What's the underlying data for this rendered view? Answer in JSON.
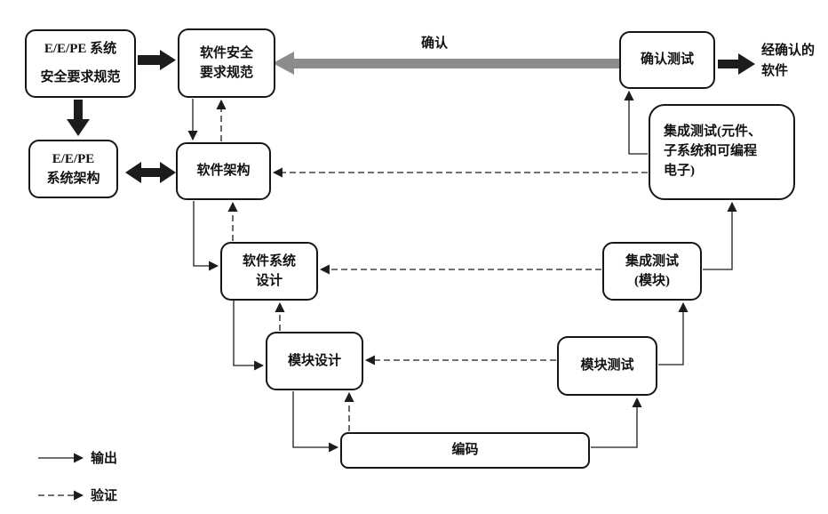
{
  "colors": {
    "background": "#ffffff",
    "line": "#1c1c1c",
    "box_border": "#161616",
    "validation_arrow_gray": "#8c8c8c"
  },
  "nodes": {
    "eepe_system_srs": "E/E/PE 系统\n安全要求规范",
    "software_srs": "软件安全\n要求规范",
    "eepe_architecture": "E/E/PE\n系统架构",
    "software_architecture": "软件架构",
    "software_system_design": "软件系统\n设计",
    "module_design": "模块设计",
    "coding": "编码",
    "module_testing": "模块测试",
    "integration_testing_module": "集成测试\n(模块)",
    "integration_testing_pe": "集成测试(元件、\n子系统和可编程\n电子)",
    "validation_testing": "确认测试",
    "validated_software": "经确认的\n软件"
  },
  "labels": {
    "validation_arrow": "确认"
  },
  "legend": {
    "output": "输出",
    "verification": "验证"
  }
}
